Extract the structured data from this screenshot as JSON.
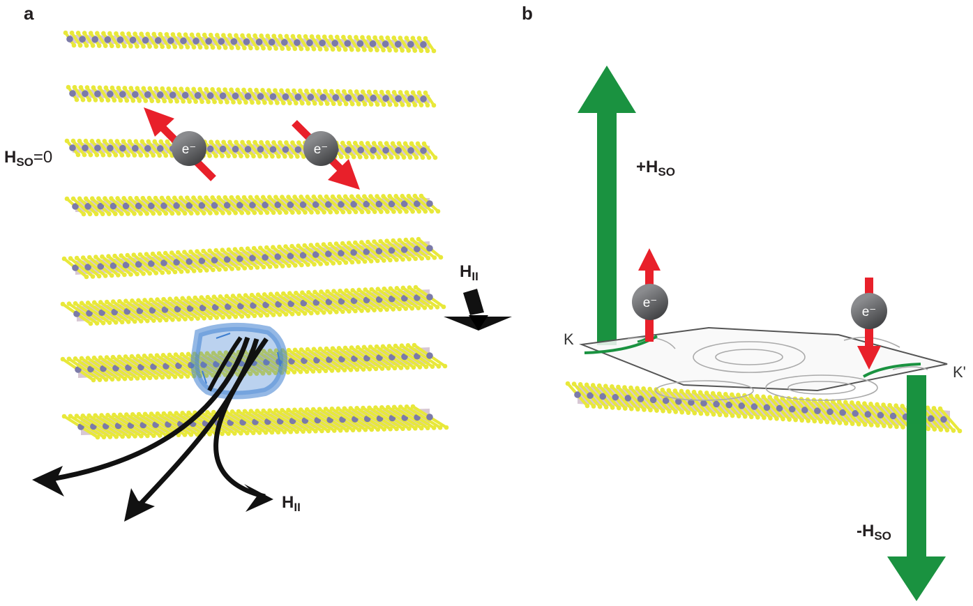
{
  "panel_a": {
    "letter": "a",
    "hso_zero": {
      "h": "H",
      "sub": "SO",
      "suffix": "=0"
    },
    "h_parallel_right": {
      "h": "H",
      "sub": "II"
    },
    "h_parallel_bottom": {
      "h": "H",
      "sub": "II"
    },
    "electron_label": "e⁻"
  },
  "panel_b": {
    "letter": "b",
    "plus_hso": {
      "prefix": "+H",
      "sub": "SO"
    },
    "minus_hso": {
      "prefix": "-H",
      "sub": "SO"
    },
    "valley_k": "K",
    "valley_k_prime": "K'",
    "electron_label": "e⁻"
  },
  "colors": {
    "sulfur": "#e8e83a",
    "metal": "#7b7aa8",
    "bond": "#c9b4c4",
    "green_arrow": "#1a9240",
    "red_arrow": "#e8202a",
    "electron": "#58595b",
    "blue_loop": "#3d7ed0"
  }
}
